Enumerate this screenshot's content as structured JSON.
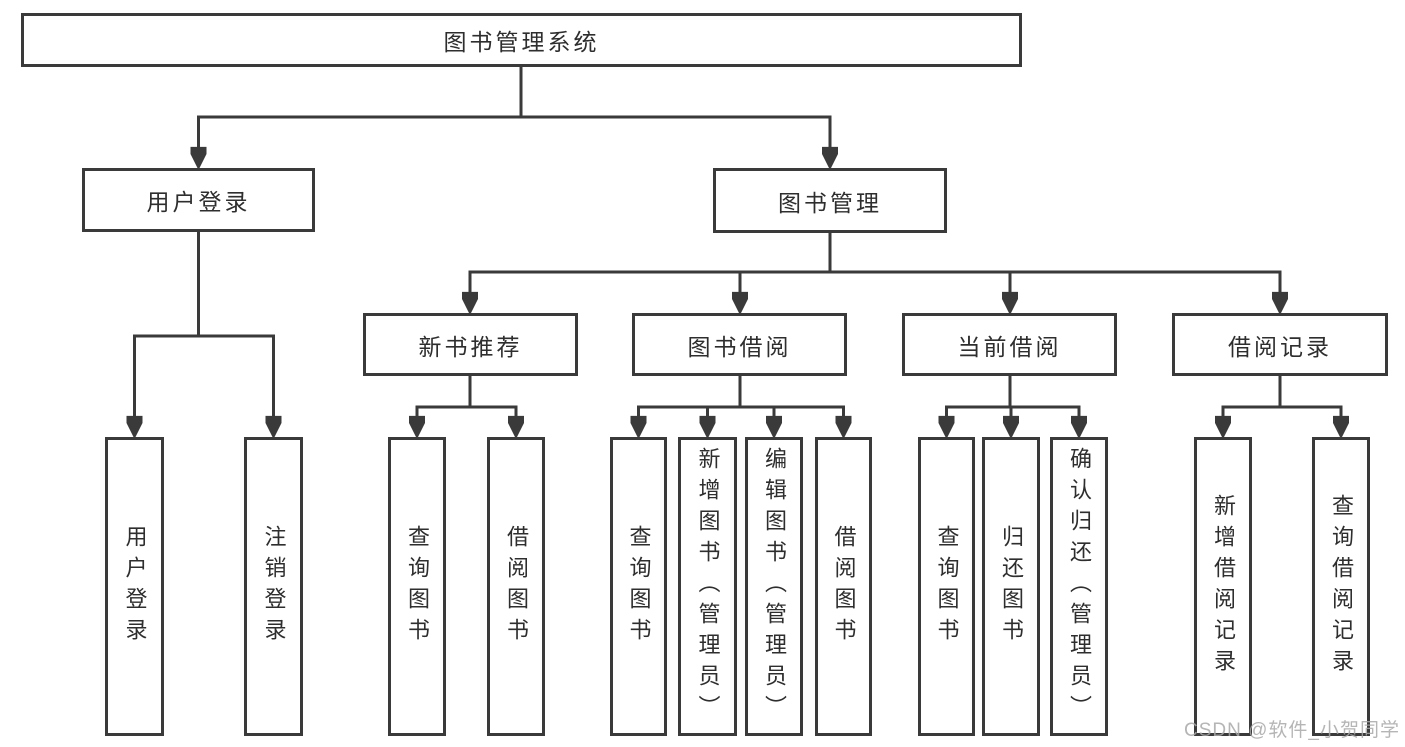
{
  "diagram": {
    "type": "hierarchy-tree",
    "title": "图书管理系统",
    "watermark": "CSDN @软件_小贺同学",
    "colors": {
      "line": "#3a3a3a",
      "text": "#2e2e2e",
      "background": "#ffffff",
      "watermark": "#a8a8a8"
    }
  },
  "nodes": {
    "root": {
      "label": "图书管理系统",
      "level": 1
    },
    "user_login": {
      "label": "用户登录",
      "level": 2,
      "parent": "root"
    },
    "book_management": {
      "label": "图书管理",
      "level": 2,
      "parent": "root"
    },
    "new_book_recommend": {
      "label": "新书推荐",
      "level": 3,
      "parent": "book_management"
    },
    "book_borrow": {
      "label": "图书借阅",
      "level": 3,
      "parent": "book_management"
    },
    "current_borrow": {
      "label": "当前借阅",
      "level": 3,
      "parent": "book_management"
    },
    "borrow_records": {
      "label": "借阅记录",
      "level": 3,
      "parent": "book_management"
    },
    "user_login_action": {
      "label": "用户登录",
      "level": 4,
      "parent": "user_login"
    },
    "logout_action": {
      "label": "注销登录",
      "level": 4,
      "parent": "user_login"
    },
    "nb_query_books": {
      "label": "查询图书",
      "level": 4,
      "parent": "new_book_recommend"
    },
    "nb_borrow_books": {
      "label": "借阅图书",
      "level": 4,
      "parent": "new_book_recommend"
    },
    "bb_query_books": {
      "label": "查询图书",
      "level": 4,
      "parent": "book_borrow"
    },
    "bb_add_books": {
      "label": "新增图书（管理员）",
      "level": 4,
      "parent": "book_borrow"
    },
    "bb_edit_books": {
      "label": "编辑图书（管理员）",
      "level": 4,
      "parent": "book_borrow"
    },
    "bb_borrow_books": {
      "label": "借阅图书",
      "level": 4,
      "parent": "book_borrow"
    },
    "cb_query_books": {
      "label": "查询图书",
      "level": 4,
      "parent": "current_borrow"
    },
    "cb_return_books": {
      "label": "归还图书",
      "level": 4,
      "parent": "current_borrow"
    },
    "cb_confirm_return": {
      "label": "确认归还（管理员）",
      "level": 4,
      "parent": "current_borrow"
    },
    "br_add_record": {
      "label": "新增借阅记录",
      "level": 4,
      "parent": "borrow_records"
    },
    "br_query_record": {
      "label": "查询借阅记录",
      "level": 4,
      "parent": "borrow_records"
    }
  }
}
